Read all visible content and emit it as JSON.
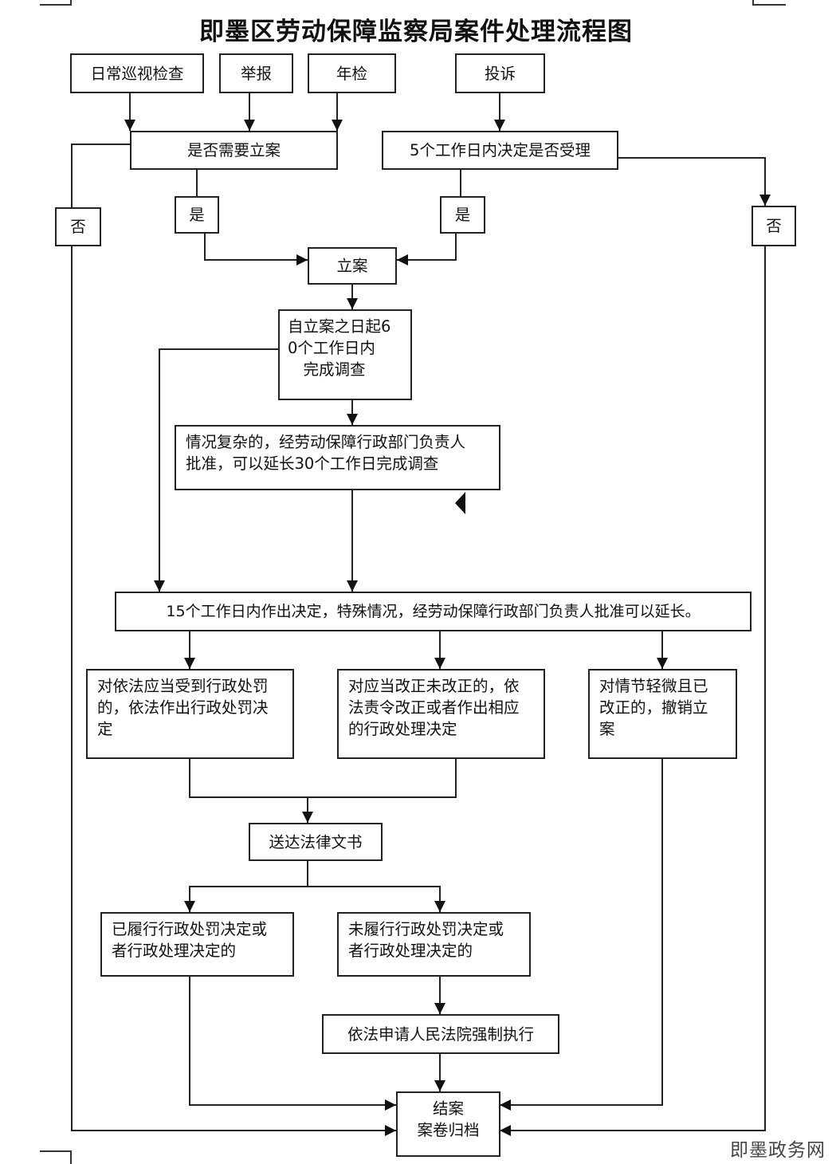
{
  "title": "即墨区劳动保障监察局案件处理流程图",
  "nodes": {
    "patrol": "日常巡视检查",
    "report": "举报",
    "annual": "年检",
    "complaint": "投诉",
    "need_case": "是否需要立案",
    "accept5": "5个工作日内决定是否受理",
    "no_left": "否",
    "yes_left": "是",
    "yes_right": "是",
    "no_right": "否",
    "register": "立案",
    "investigate": "自立案之日起6\n0个工作日内\n　完成调查",
    "complex": "情况复杂的，经劳动保障行政部门负责人\n批准，可以延长30个工作日完成调查",
    "decision15": "15个工作日内作出决定，特殊情况，经劳动保障行政部门负责人批准可以延长。",
    "penalty": "对依法应当受到行政处罚\n的，依法作出行政处罚决\n定",
    "correct": "对应当改正未改正的，依\n法责令改正或者作出相应\n的行政处理决定",
    "minor": "对情节轻微且已\n改正的，撤销立\n案",
    "deliver": "送达法律文书",
    "fulfilled": "已履行行政处罚决定或\n者行政处理决定的",
    "unfulfilled": "未履行行政处罚决定或\n者行政处理决定的",
    "court": "依法申请人民法院强制执行",
    "close": "结案\n案卷归档"
  },
  "watermark": "即墨政务网",
  "colors": {
    "line": "#222222",
    "background": "#ffffff"
  }
}
